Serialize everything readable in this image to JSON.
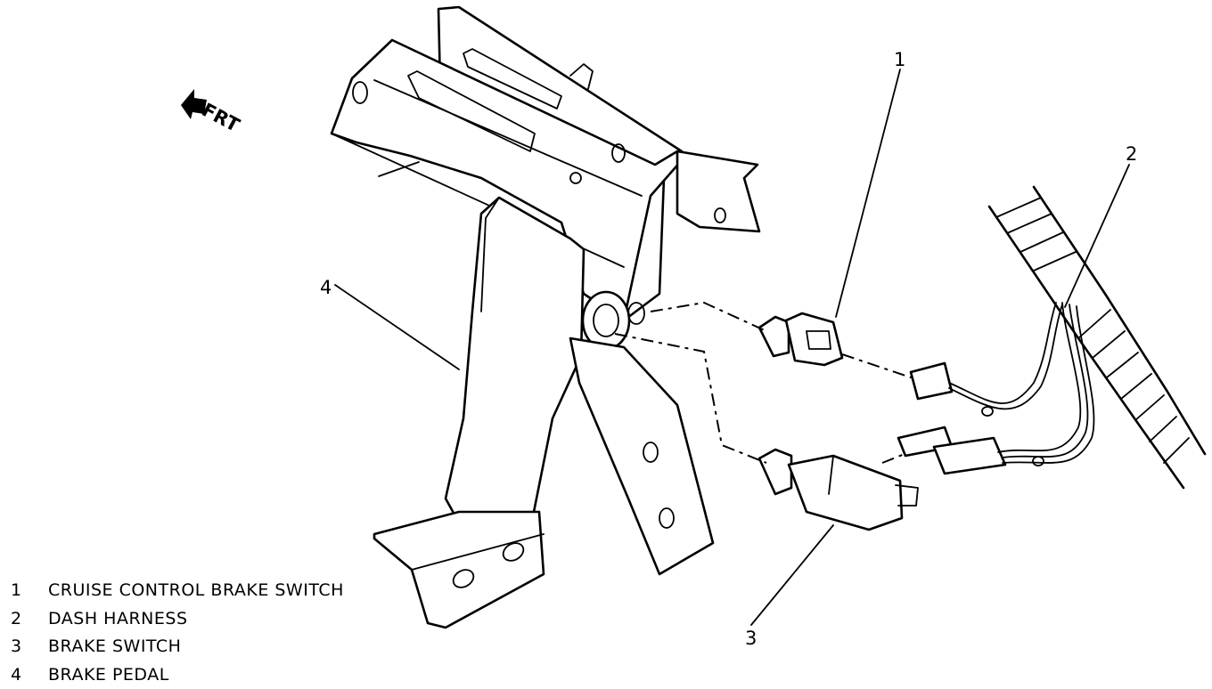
{
  "orientation_label": "FRT",
  "callouts": [
    {
      "number": "1"
    },
    {
      "number": "2"
    },
    {
      "number": "3"
    },
    {
      "number": "4"
    }
  ],
  "legend": [
    {
      "number": "1",
      "text": "CRUISE CONTROL BRAKE SWITCH"
    },
    {
      "number": "2",
      "text": "DASH HARNESS"
    },
    {
      "number": "3",
      "text": "BRAKE SWITCH"
    },
    {
      "number": "4",
      "text": "BRAKE PEDAL"
    }
  ]
}
